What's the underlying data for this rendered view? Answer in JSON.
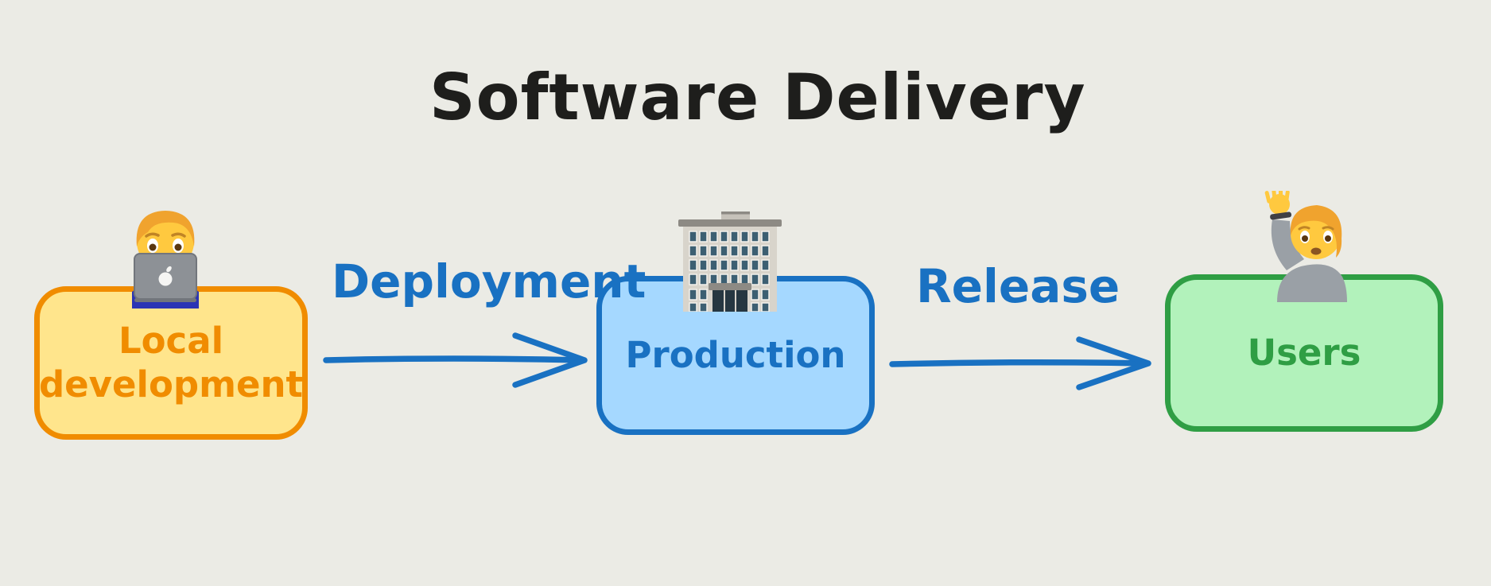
{
  "background_color": "#ebebe5",
  "title": "Software Delivery",
  "title_color": "#1e1e1c",
  "diagram_type": "flowchart",
  "nodes": [
    {
      "id": "local-development",
      "label": "Local development",
      "label_lines": [
        "Local",
        "development"
      ],
      "fill": "#ffe58c",
      "border": "#f08c00",
      "text_color": "#f08c00",
      "icon": "technologist-emoji"
    },
    {
      "id": "production",
      "label": "Production",
      "fill": "#a5d8ff",
      "border": "#1971c2",
      "text_color": "#1971c2",
      "icon": "office-building-emoji"
    },
    {
      "id": "users",
      "label": "Users",
      "fill": "#b2f2bb",
      "border": "#2f9e44",
      "text_color": "#2f9e44",
      "icon": "person-raising-hand-emoji"
    }
  ],
  "edges": [
    {
      "id": "deployment",
      "label": "Deployment",
      "color": "#1971c2",
      "from": "local-development",
      "to": "production"
    },
    {
      "id": "release",
      "label": "Release",
      "color": "#1971c2",
      "from": "production",
      "to": "users"
    }
  ]
}
